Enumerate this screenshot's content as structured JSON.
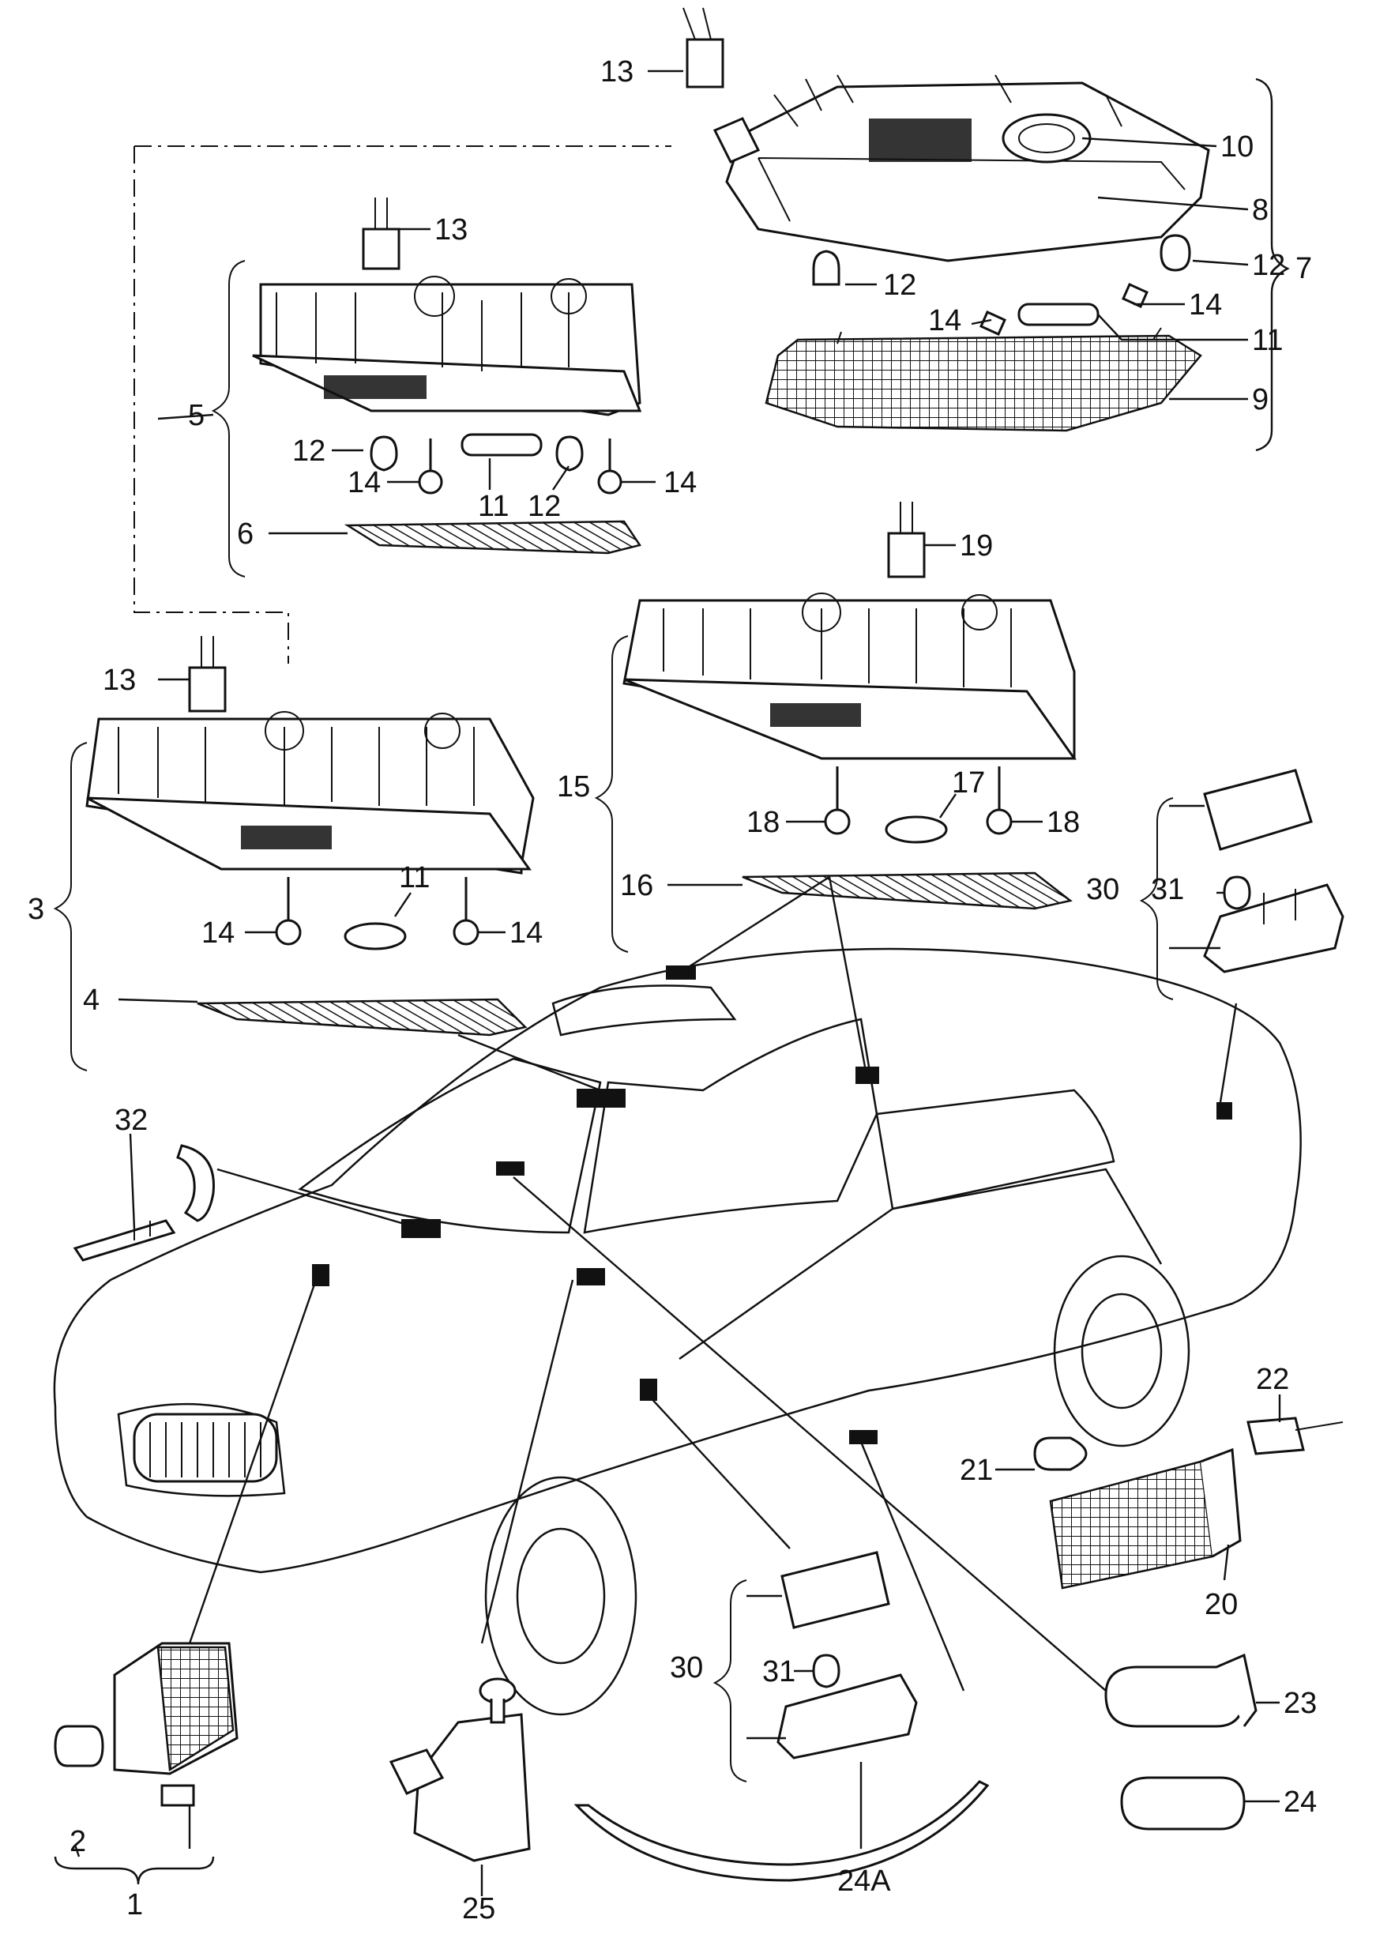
{
  "callouts": {
    "c1": "1",
    "c2": "2",
    "c3": "3",
    "c4": "4",
    "c5": "5",
    "c6": "6",
    "c7": "7",
    "c8": "8",
    "c9": "9",
    "c10": "10",
    "c11": "11",
    "c12": "12",
    "c13": "13",
    "c14": "14",
    "c15": "15",
    "c16": "16",
    "c17": "17",
    "c18": "18",
    "c19": "19",
    "c20": "20",
    "c21": "21",
    "c22": "22",
    "c23": "23",
    "c24": "24",
    "c24A": "24A",
    "c25": "25",
    "c30": "30",
    "c31": "31",
    "c32": "32"
  }
}
